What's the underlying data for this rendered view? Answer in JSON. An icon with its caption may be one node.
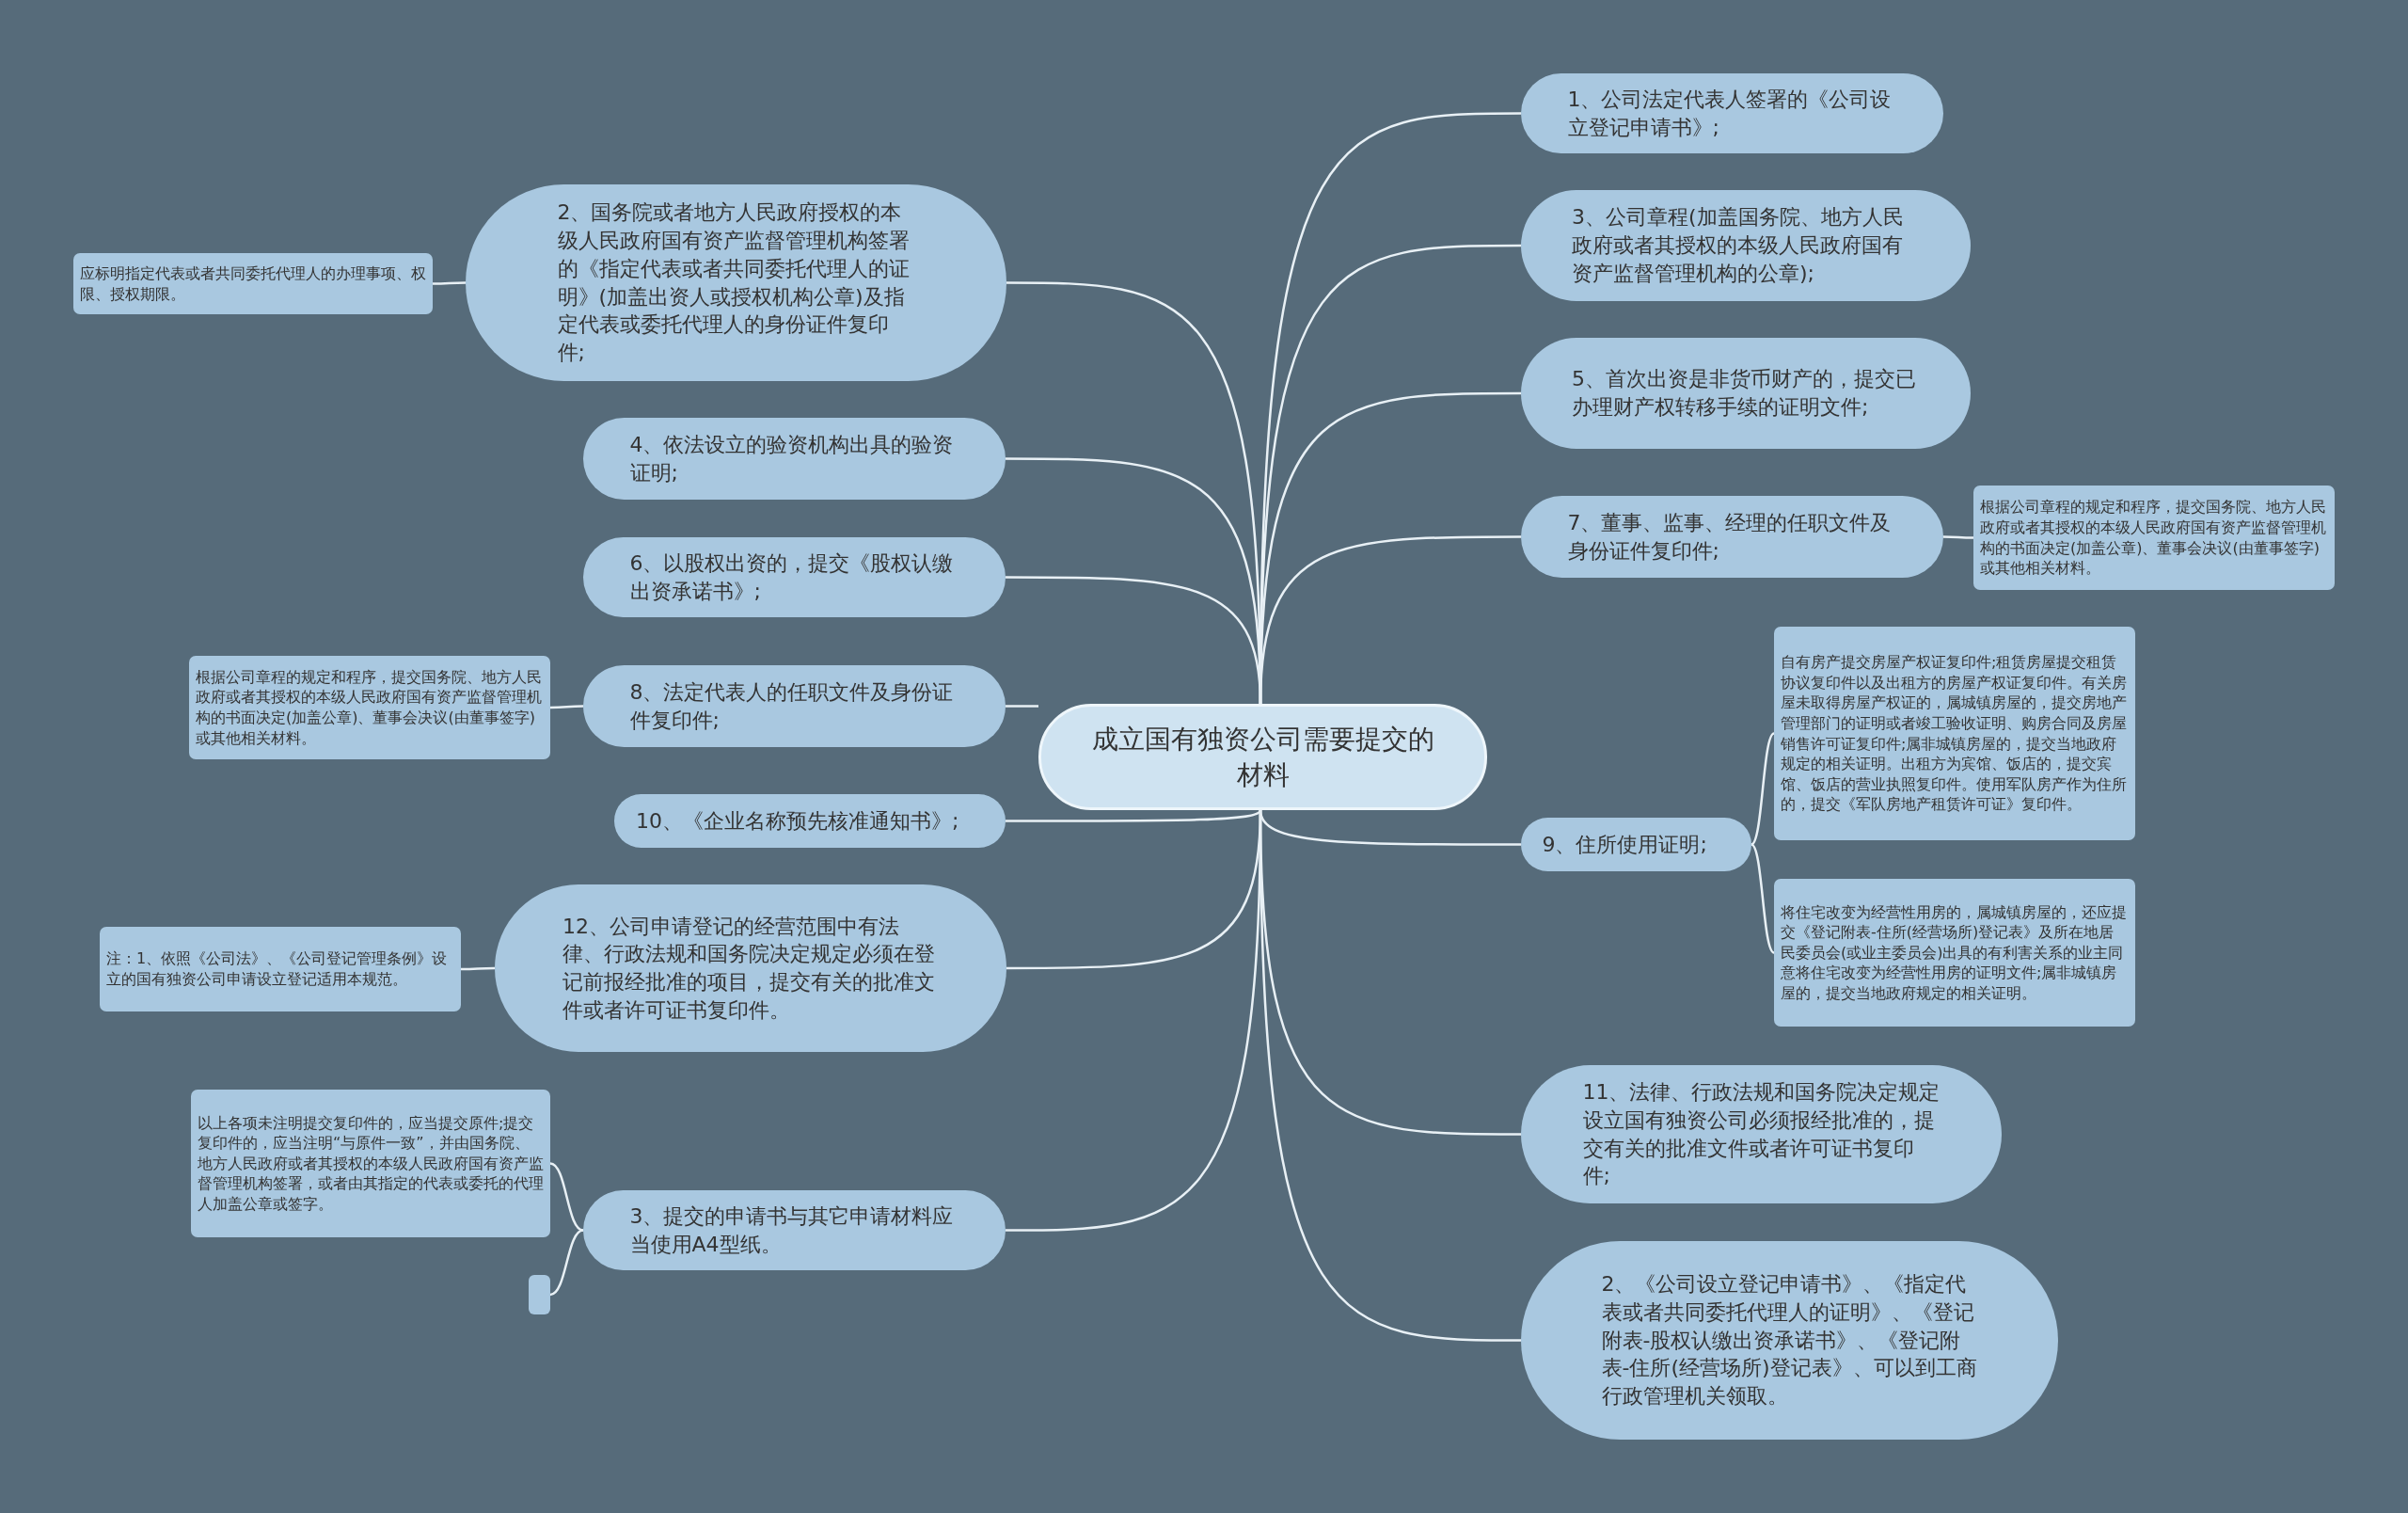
{
  "diagram": {
    "nodes": [
      {
        "text": [
          "成立国有独资公司需要提交的材料"
        ]
      },
      {
        "text": [
          "1、公司法定代表人签署的《公司设立登记申请书》;"
        ]
      },
      {
        "text": [
          "3、公司章程(加盖国务院、地方人民政府或者其授权的本级人民政府国有资产监督管理机构的公章);"
        ]
      },
      {
        "text": [
          "5、首次出资是非货币财产的，提交已办理财产权转移手续的证明文件;"
        ]
      },
      {
        "text": [
          "7、董事、监事、经理的任职文件及身份证件复印件;"
        ]
      },
      {
        "text": [
          "根据公司章程的规定和程序，提交国务院、地方人民政府或者其授权的本级人民政府国有资产监督管理机构的书面决定(加盖公章)、董事会决议(由董事签字)或其他相关材料。"
        ]
      },
      {
        "text": [
          "9、住所使用证明;"
        ]
      },
      {
        "text": [
          "自有房产提交房屋产权证复印件;租赁房屋提交租赁协议复印件以及出租方的房屋产权证复印件。有关房屋未取得房屋产权证的，属城镇房屋的，提交房地产管理部门的证明或者竣工验收证明、购房合同及房屋销售许可证复印件;属非城镇房屋的，提交当地政府规定的相关证明。出租方为宾馆、饭店的，提交宾馆、饭店的营业执照复印件。使用军队房产作为住所的，提交《军队房地产租赁许可证》复印件。"
        ]
      },
      {
        "text": [
          "将住宅改变为经营性用房的，属城镇房屋的，还应提交《登记附表-住所(经营场所)登记表》及所在地居民委员会(或业主委员会)出具的有利害关系的业主同意将住宅改变为经营性用房的证明文件;属非城镇房屋的，提交当地政府规定的相关证明。"
        ]
      },
      {
        "text": [
          "11、法律、行政法规和国务院决定规定设立国有独资公司必须报经批准的，提交有关的批准文件或者许可证书复印件;"
        ]
      },
      {
        "text": [
          "2、《公司设立登记申请书》、《指定代表或者共同委托代理人的证明》、《登记附表-股权认缴出资承诺书》、《登记附表-住所(经营场所)登记表》、可以到工商行政管理机关领取。"
        ]
      },
      {
        "text": [
          "2、国务院或者地方人民政府授权的本级人民政府国有资产监督管理机构签署的《指定代表或者共同委托代理人的证明》(加盖出资人或授权机构公章)及指定代表或委托代理人的身份证件复印件;"
        ]
      },
      {
        "text": [
          "应标明指定代表或者共同委托代理人的办理事项、权限、授权期限。"
        ]
      },
      {
        "text": [
          "4、依法设立的验资机构出具的验资证明;"
        ]
      },
      {
        "text": [
          "6、以股权出资的，提交《股权认缴出资承诺书》;"
        ]
      },
      {
        "text": [
          "8、法定代表人的任职文件及身份证件复印件;"
        ]
      },
      {
        "text": [
          "根据公司章程的规定和程序，提交国务院、地方人民政府或者其授权的本级人民政府国有资产监督管理机构的书面决定(加盖公章)、董事会决议(由董事签字)或其他相关材料。"
        ]
      },
      {
        "text": [
          "10、《企业名称预先核准通知书》;"
        ]
      },
      {
        "text": [
          "12、公司申请登记的经营范围中有法律、行政法规和国务院决定规定必须在登记前报经批准的项目，提交有关的批准文件或者许可证书复印件。"
        ]
      },
      {
        "text": [
          "注：1、依照《公司法》、《公司登记管理条例》设立的国有独资公司申请设立登记适用本规范。"
        ]
      },
      {
        "text": [
          "3、提交的申请书与其它申请材料应当使用A4型纸。"
        ]
      },
      {
        "text": [
          "以上各项未注明提交复印件的，应当提交原件;提交复印件的，应当注明“与原件一致”，并由国务院、地方人民政府或者其授权的本级人民政府国有资产监督管理机构签署，或者由其指定的代表或委托的代理人加盖公章或签字。"
        ]
      },
      {
        "text": [],
        "shape": "box"
      }
    ],
    "edges": [
      {
        "from": 0,
        "to": 1,
        "arrow": "none"
      },
      {
        "from": 0,
        "to": 2,
        "arrow": "none"
      },
      {
        "from": 0,
        "to": 3,
        "arrow": "none"
      },
      {
        "from": 0,
        "to": 4,
        "arrow": "none"
      },
      {
        "from": 4,
        "to": 5,
        "arrow": "none"
      },
      {
        "from": 0,
        "to": 6,
        "arrow": "none"
      },
      {
        "from": 6,
        "to": 7,
        "arrow": "none"
      },
      {
        "from": 6,
        "to": 8,
        "arrow": "none"
      },
      {
        "from": 0,
        "to": 9,
        "arrow": "none"
      },
      {
        "from": 0,
        "to": 10,
        "arrow": "none"
      },
      {
        "from": 0,
        "to": 11,
        "arrow": "none"
      },
      {
        "from": 11,
        "to": 12,
        "arrow": "none"
      },
      {
        "from": 0,
        "to": 13,
        "arrow": "none"
      },
      {
        "from": 0,
        "to": 14,
        "arrow": "none"
      },
      {
        "from": 0,
        "to": 15,
        "arrow": "none"
      },
      {
        "from": 15,
        "to": 16,
        "arrow": "none"
      },
      {
        "from": 0,
        "to": 17,
        "arrow": "none"
      },
      {
        "from": 0,
        "to": 18,
        "arrow": "none"
      },
      {
        "from": 18,
        "to": 19,
        "arrow": "none"
      },
      {
        "from": 0,
        "to": 20,
        "arrow": "none"
      },
      {
        "from": 20,
        "to": 21,
        "arrow": "none"
      },
      {
        "from": 20,
        "to": 22,
        "arrow": "none"
      }
    ]
  }
}
